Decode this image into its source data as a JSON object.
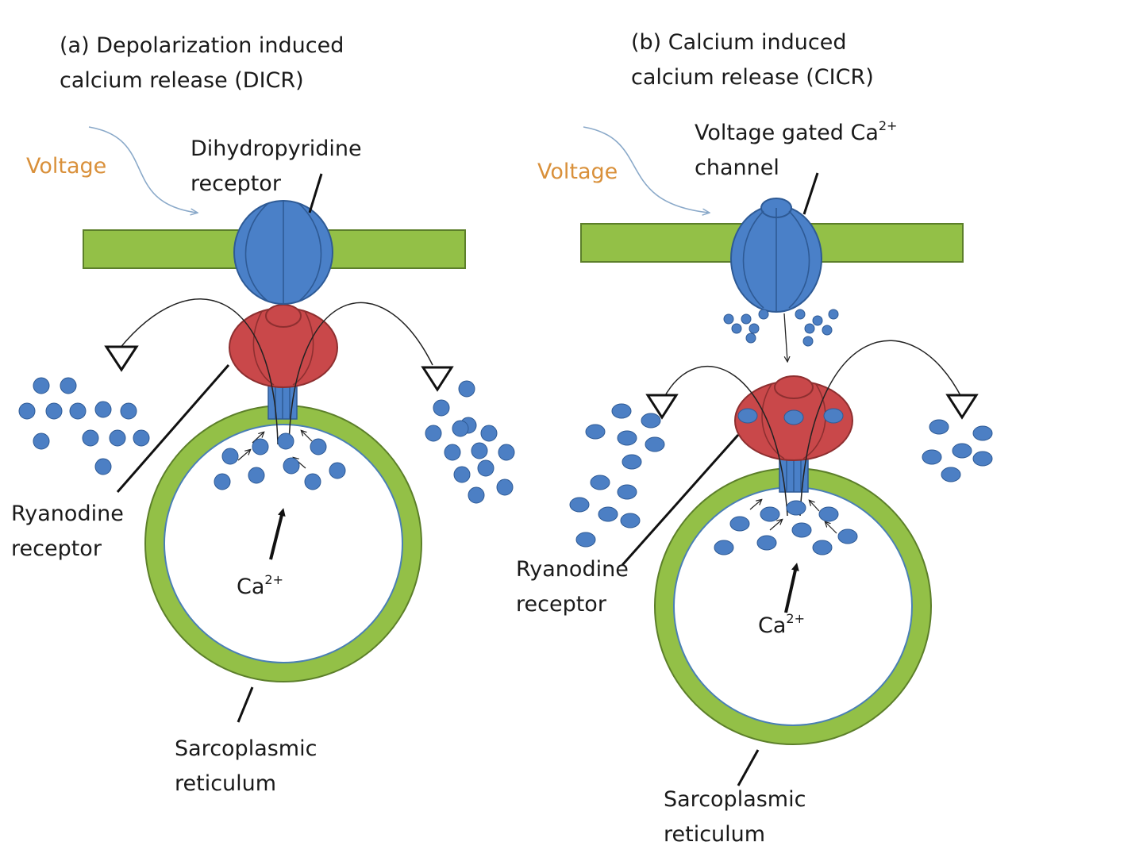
{
  "panel_a": {
    "title_line1": "(a) Depolarization induced",
    "title_line2": "calcium release (DICR)",
    "voltage_label": "Voltage",
    "dhpr_line1": "Dihydropyridine",
    "dhpr_line2": "receptor",
    "ryr_line1": "Ryanodine",
    "ryr_line2": "receptor",
    "ca_label": "Ca",
    "ca_charge": "2+",
    "sr_line1": "Sarcoplasmic",
    "sr_line2": "reticulum"
  },
  "panel_b": {
    "title_line1": "(b) Calcium  induced",
    "title_line2": "calcium release (CICR)",
    "voltage_label": "Voltage",
    "channel_line1": "Voltage  gated Ca",
    "channel_charge": "2+",
    "channel_line2": "channel",
    "ryr_line1": "Ryanodine",
    "ryr_line2": "receptor",
    "ca_label": "Ca",
    "ca_charge": "2+",
    "sr_line1": "Sarcoplasmic",
    "sr_line2": "reticulum"
  },
  "colors": {
    "membrane_green": "#93c047",
    "membrane_edge": "#5c7f2a",
    "channel_blue": "#4a80c8",
    "channel_edge": "#2e5a95",
    "ryr_red": "#c9484a",
    "ryr_edge": "#8e2f30",
    "ion_blue": "#4c7fc4",
    "voltage_orange": "#d9903a",
    "voltage_arrow": "#8aa9c9"
  }
}
